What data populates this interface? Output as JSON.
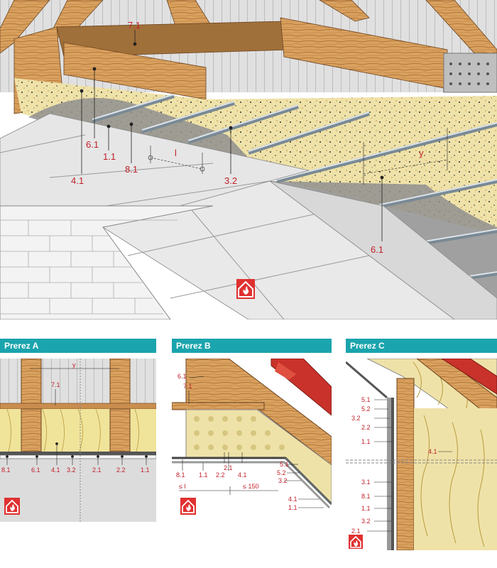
{
  "main": {
    "labels": {
      "l71": "7.1",
      "l61a": "6.1",
      "l11": "1.1",
      "l81": "8.1",
      "l41": "4.1",
      "l32": "3.2",
      "l61b": "6.1",
      "dim_l": "l",
      "dim_y": "y"
    }
  },
  "sections": {
    "a": {
      "title": "Prerez A",
      "labels": {
        "y": "y",
        "l71": "7.1",
        "l81": "8.1",
        "l61": "6.1",
        "l41": "4.1",
        "l32": "3.2",
        "l21": "2.1",
        "l22": "2.2",
        "l11": "1.1"
      }
    },
    "b": {
      "title": "Prerez B",
      "labels": {
        "l61": "6.1",
        "l71": "7.1",
        "l81": "8.1",
        "l11": "1.1",
        "l22": "2.2",
        "l21": "2.1",
        "l41": "4.1",
        "l51": "5.1",
        "l52": "5.2",
        "l32": "3.2",
        "d1": "≤ l",
        "d2": "≤ 150",
        "l41b": "4.1",
        "l11b": "1.1"
      }
    },
    "c": {
      "title": "Prerez C",
      "labels": {
        "l51": "5.1",
        "l52": "5.2",
        "l32": "3.2",
        "l22": "2.2",
        "l11": "1.1",
        "l41": "4.1",
        "l31": "3.1",
        "l81": "8.1",
        "l11b": "1.1",
        "l32b": "3.2",
        "l21": "2.1"
      }
    }
  },
  "icons": [
    "fire-protection-icon"
  ],
  "colors": {
    "header": "#1aa4ad",
    "label": "#c0202a",
    "wood": "#d9a15f",
    "insulation": "#efe2a8",
    "board": "#dcdcdc",
    "tile": "#c8322a"
  }
}
